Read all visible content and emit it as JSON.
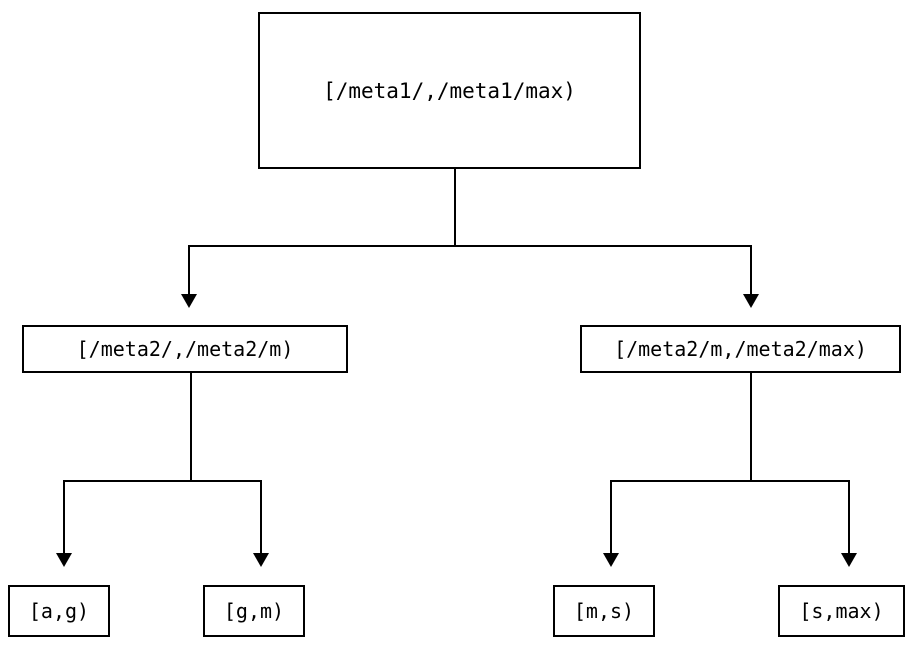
{
  "diagram": {
    "type": "tree",
    "orientation": "top-down",
    "background_color": "#ffffff",
    "line_color": "#000000",
    "text_color": "#000000",
    "root": {
      "label": "[/meta1/,/meta1/max)"
    },
    "level2": [
      {
        "label": "[/meta2/,/meta2/m)"
      },
      {
        "label": "[/meta2/m,/meta2/max)"
      }
    ],
    "level3": [
      {
        "label": "[a,g)"
      },
      {
        "label": "[g,m)"
      },
      {
        "label": "[m,s)"
      },
      {
        "label": "[s,max)"
      }
    ]
  }
}
